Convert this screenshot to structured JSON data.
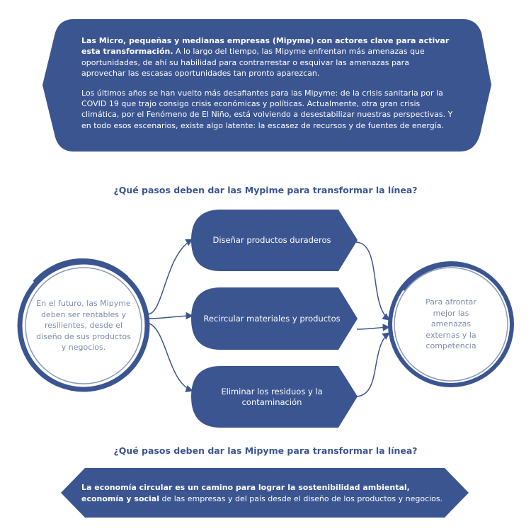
{
  "colors": {
    "primary": "#3b5591",
    "text_light": "#ffffff",
    "circle_text": "#7f8bab"
  },
  "intro": {
    "p1_bold": "Las Micro, pequeñas y medianas empresas (Mipyme) con actores clave para activar esta transformación.",
    "p1_rest": " A lo largo del tiempo, las Mipyme enfrentan más amenazas que oportunidades, de ahí su habilidad para contrarrestar o esquivar las amenazas para aprovechar las escasas oportunidades tan pronto aparezcan.",
    "p2": "Los últimos años se han vuelto más desafiantes para las Mipyme: de la crisis sanitaria por la COVID 19 que trajo consigo crisis económicas y políticas. Actualmente, otra gran crisis climática, por el Fenómeno de El Niño, está volviendo a desestabilizar nuestras perspectivas. Y en todo esos escenarios, existe algo latente: la escasez de recursos y de fuentes de energía."
  },
  "heading_top": "¿Qué pasos deben dar las Mypime para transformar la línea?",
  "left_circle": "En el futuro, las Mipyme deben ser rentables y resilientes, desde el diseño de sus productos y negocios.",
  "steps": [
    "Diseñar productos duraderos",
    "Recircular materiales y productos",
    "Eliminar los residuos y la contaminación"
  ],
  "right_circle": "Para afrontar mejor las amenazas externas y la competencia",
  "heading_bottom": "¿Qué pasos deben dar las Mipyme para transformar la línea?",
  "conclusion": {
    "bold": "La economía circular es un camino para lograr la sostenibilidad ambiental, economía y social",
    "rest": " de las empresas y del país desde el diseño de los productos y negocios."
  }
}
